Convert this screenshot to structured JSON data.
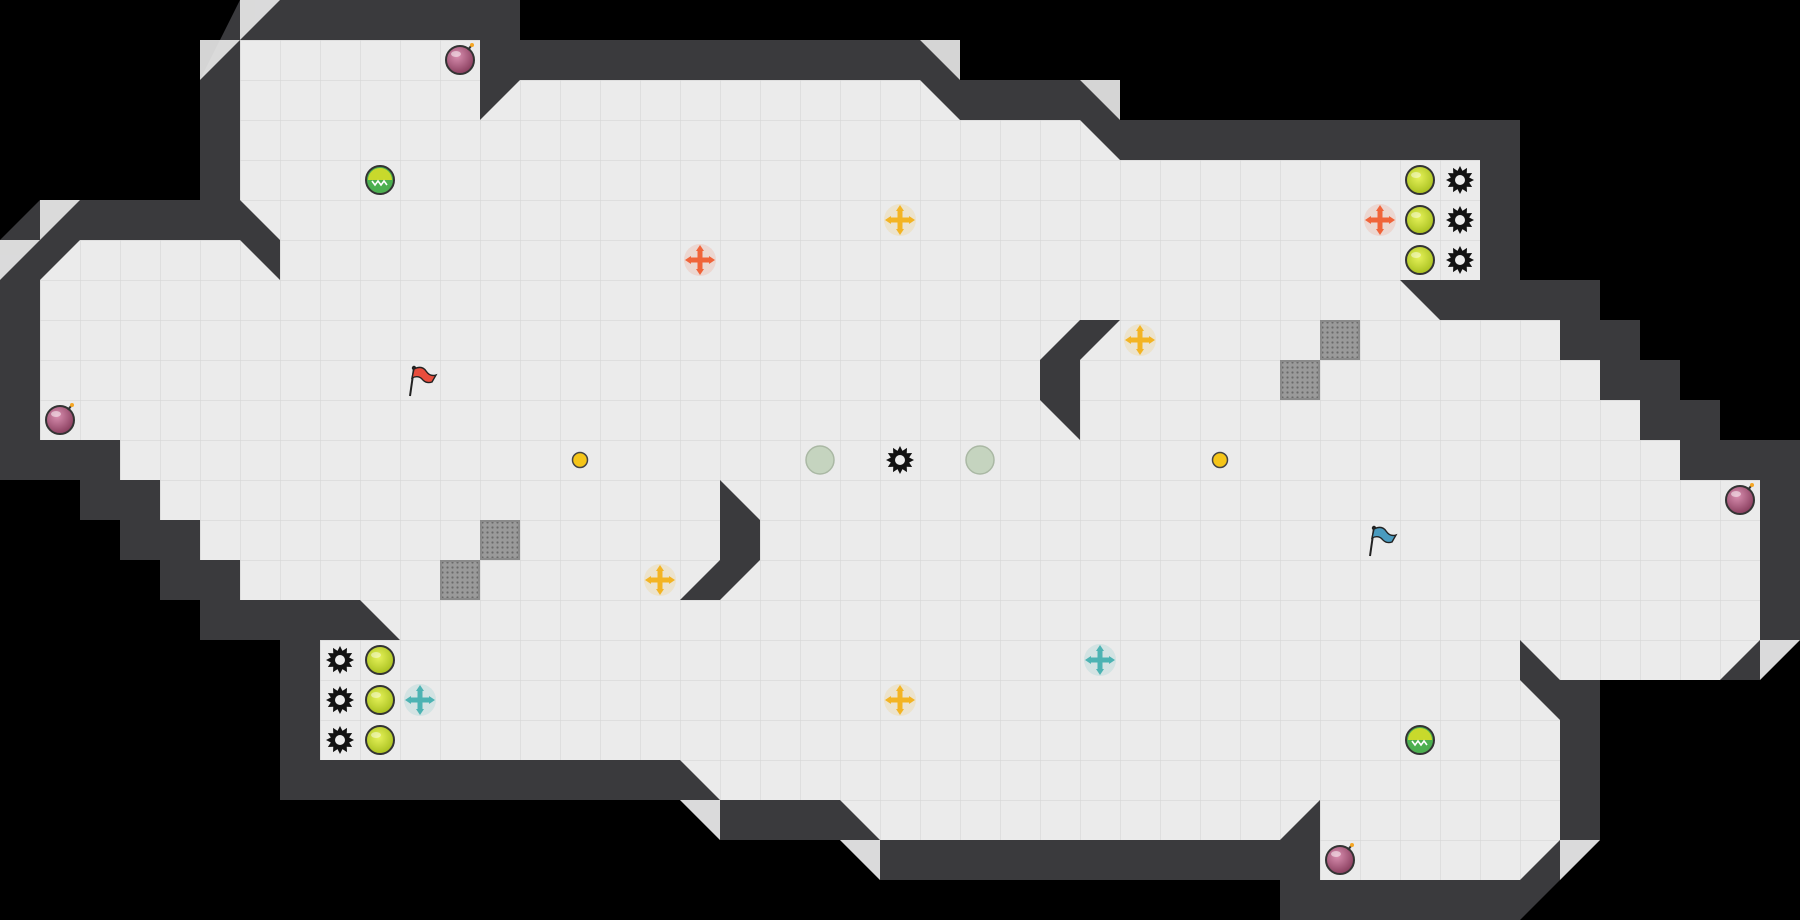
{
  "game": {
    "mode": "capture-the-flag",
    "grid": {
      "cols": 45,
      "rows": 23
    }
  },
  "colors": {
    "background": "#000000",
    "floor": "#ebebeb",
    "floor_line": "#d9d9d9",
    "wall": "#3a3a3d",
    "wall_light": "#5a5a5e",
    "red_team": "#e84d3d",
    "blue_team": "#4a9bbf",
    "boost_neutral": "#f3b423",
    "boost_red": "#f0643a",
    "boost_blue": "#4db3b3",
    "powerup": "#c8d92c",
    "bomb": "#b05a7a",
    "button": "#f5c518",
    "gate_off": "#c5d4bf",
    "vent": "#8a8a8a"
  },
  "flags": [
    {
      "team": "red",
      "icon": "red-flag-icon",
      "col": 10,
      "row": 9
    },
    {
      "team": "blue",
      "icon": "blue-flag-icon",
      "col": 34,
      "row": 13
    }
  ],
  "spikes": [
    {
      "col": 36,
      "row": 4
    },
    {
      "col": 36,
      "row": 5
    },
    {
      "col": 36,
      "row": 6
    },
    {
      "col": 8,
      "row": 16
    },
    {
      "col": 8,
      "row": 17
    },
    {
      "col": 8,
      "row": 18
    },
    {
      "col": 22,
      "row": 11
    }
  ],
  "powerups": [
    {
      "col": 35,
      "row": 4
    },
    {
      "col": 35,
      "row": 5
    },
    {
      "col": 35,
      "row": 6
    },
    {
      "col": 9,
      "row": 16
    },
    {
      "col": 9,
      "row": 17
    },
    {
      "col": 9,
      "row": 18
    }
  ],
  "rolling_bombs": [
    {
      "col": 9,
      "row": 4
    },
    {
      "col": 35,
      "row": 18
    }
  ],
  "bombs": [
    {
      "col": 11,
      "row": 1
    },
    {
      "col": 1,
      "row": 10
    },
    {
      "col": 43,
      "row": 12
    },
    {
      "col": 33,
      "row": 21
    }
  ],
  "boosts": [
    {
      "team": "neutral",
      "col": 22,
      "row": 5
    },
    {
      "team": "neutral",
      "col": 28,
      "row": 8
    },
    {
      "team": "neutral",
      "col": 16,
      "row": 14
    },
    {
      "team": "neutral",
      "col": 22,
      "row": 17
    },
    {
      "team": "red",
      "col": 17,
      "row": 6
    },
    {
      "team": "red",
      "col": 34,
      "row": 5
    },
    {
      "team": "blue",
      "col": 10,
      "row": 17
    },
    {
      "team": "blue",
      "col": 27,
      "row": 16
    }
  ],
  "buttons": [
    {
      "col": 14,
      "row": 11
    },
    {
      "col": 30,
      "row": 11
    }
  ],
  "gates": [
    {
      "col": 20,
      "row": 11
    },
    {
      "col": 24,
      "row": 11
    }
  ],
  "vents": [
    {
      "col": 33,
      "row": 8
    },
    {
      "col": 32,
      "row": 9
    },
    {
      "col": 12,
      "row": 13
    },
    {
      "col": 11,
      "row": 14
    }
  ]
}
